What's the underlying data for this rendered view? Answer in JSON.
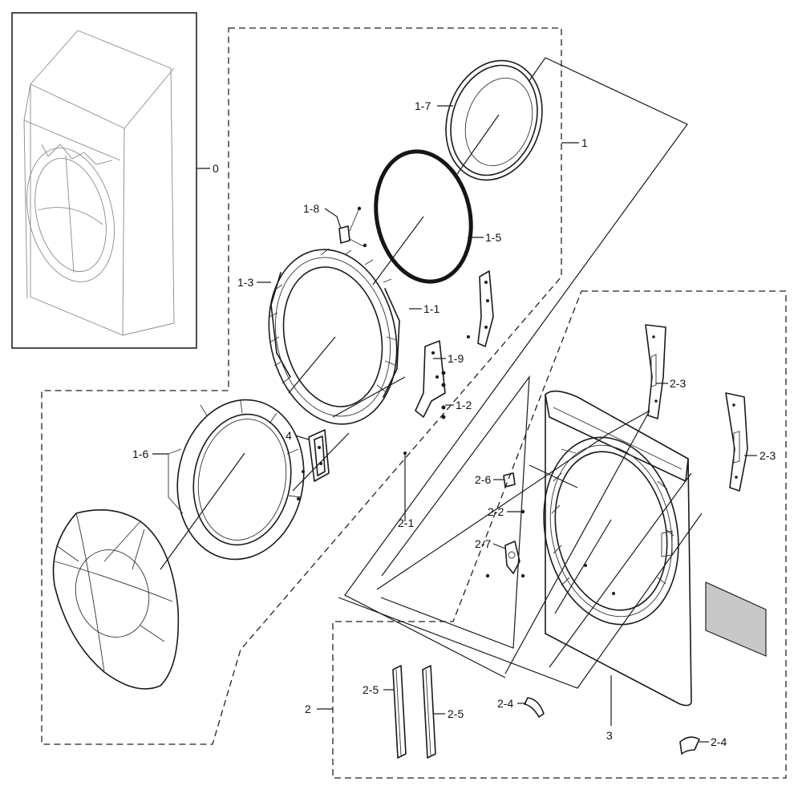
{
  "labels": {
    "l0": "0",
    "l1": "1",
    "l1_1": "1-1",
    "l1_2": "1-2",
    "l1_3": "1-3",
    "l1_4": "4",
    "l1_5": "1-5",
    "l1_6": "1-6",
    "l1_7": "1-7",
    "l1_8": "1-8",
    "l1_9": "1-9",
    "l2": "2",
    "l2_1": "2-1",
    "l2_2": "2-2",
    "l2_3a": "2-3",
    "l2_3b": "2-3",
    "l2_4a": "2-4",
    "l2_4b": "2-4",
    "l2_5a": "2-5",
    "l2_5b": "2-5",
    "l2_6": "2-6",
    "l2_7": "2-7",
    "l3": "3"
  },
  "colors": {
    "line": "#1a1a1a",
    "label_plate": "#c8c8c8"
  }
}
